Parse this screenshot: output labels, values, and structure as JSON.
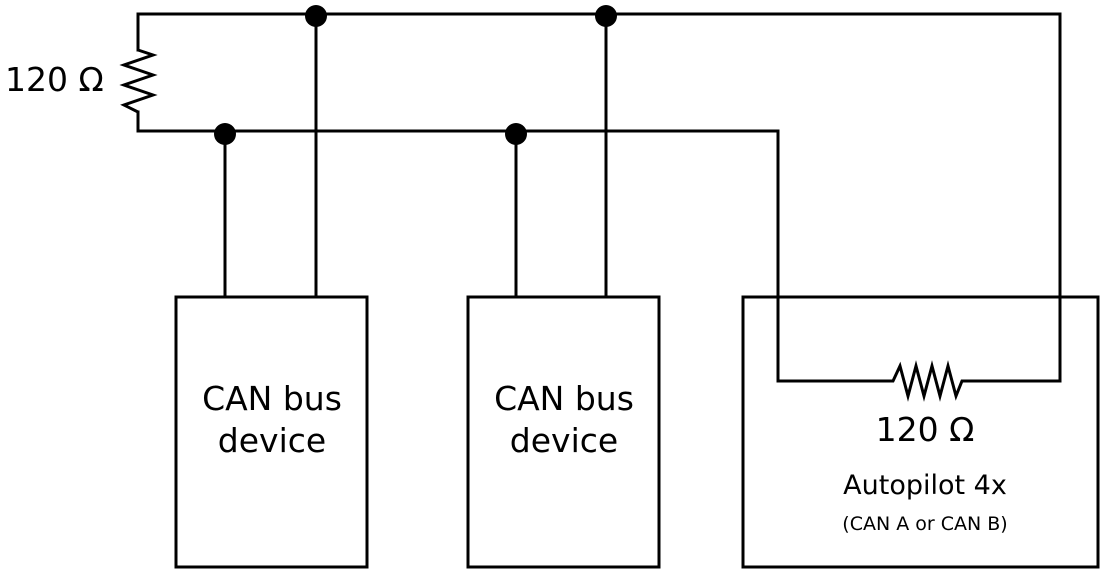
{
  "left_terminator": {
    "label": "120 Ω"
  },
  "device_1": {
    "line1": "CAN bus",
    "line2": "device"
  },
  "device_2": {
    "line1": "CAN bus",
    "line2": "device"
  },
  "autopilot": {
    "resistor_label": "120 Ω",
    "title": "Autopilot 4x",
    "subtitle": "(CAN A or CAN B)"
  }
}
